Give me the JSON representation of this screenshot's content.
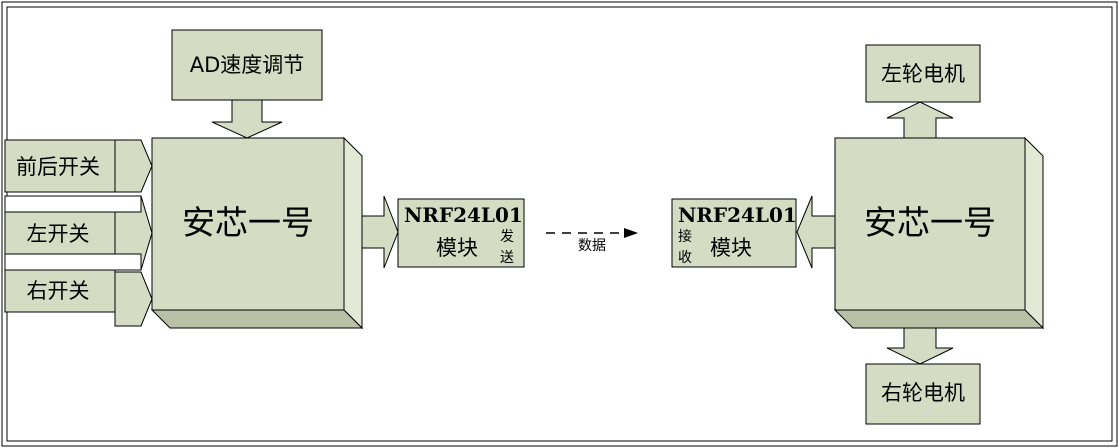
{
  "blocks": {
    "ad_speed": "AD速度调节",
    "switch_front_back": "前后开关",
    "switch_left": "左开关",
    "switch_right": "右开关",
    "mcu_left": "安芯一号",
    "mcu_right": "安芯一号",
    "left_motor": "左轮电机",
    "right_motor": "右轮电机"
  },
  "tx_module": {
    "title": "NRF24L01",
    "subtitle": "模块",
    "side_label_1": "发",
    "side_label_2": "送"
  },
  "rx_module": {
    "title": "NRF24L01",
    "subtitle": "模块",
    "side_label_1": "接",
    "side_label_2": "收"
  },
  "link_label": "数据",
  "colors": {
    "fill": "#d6dcc4",
    "side_light": "#e4e9d6",
    "side_dark": "#b9c0a6",
    "stroke": "#000000"
  }
}
